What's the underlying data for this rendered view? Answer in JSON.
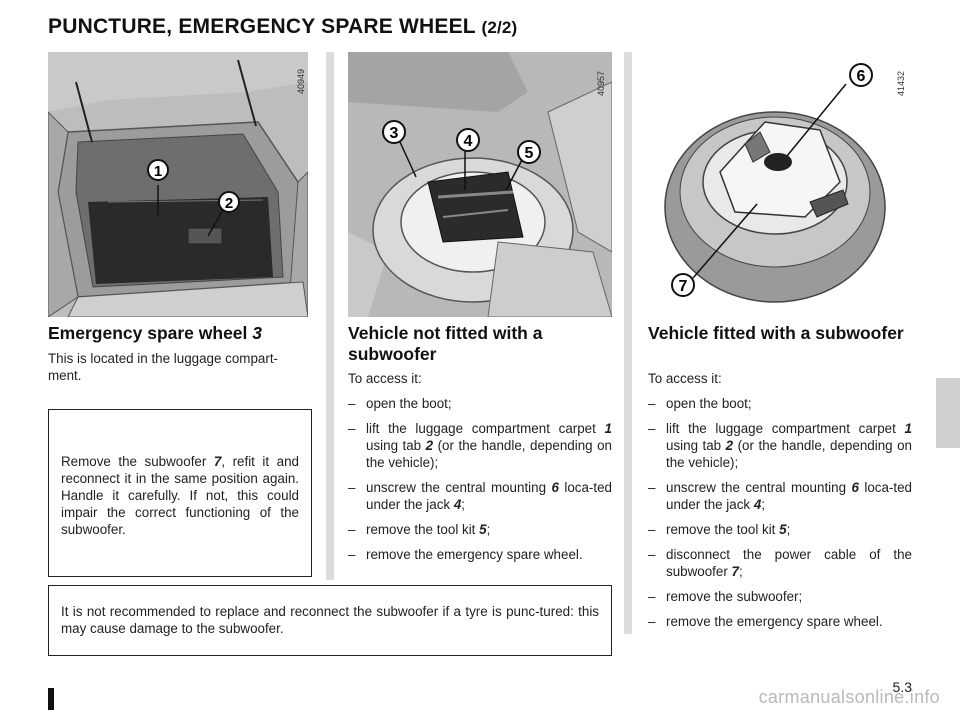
{
  "title": {
    "main": "PUNCTURE, EMERGENCY SPARE WHEEL",
    "part": "(2/2)"
  },
  "figures": [
    {
      "code": "40949",
      "callouts": [
        "1",
        "2"
      ]
    },
    {
      "code": "40957",
      "callouts": [
        "3",
        "4",
        "5"
      ]
    },
    {
      "code": "41432",
      "callouts": [
        "6",
        "7"
      ]
    }
  ],
  "column1": {
    "heading_text": "Emergency spare wheel",
    "heading_ref": "3",
    "body": "This is located in the luggage compart-ment."
  },
  "column2": {
    "heading": "Vehicle not fitted with a subwoofer",
    "intro": "To access it:",
    "steps": [
      [
        "– ",
        "open the boot;"
      ],
      [
        "– ",
        "lift the luggage compartment carpet ",
        "1",
        " using tab ",
        "2",
        " (or the handle, depending on the vehicle);"
      ],
      [
        "– ",
        "unscrew the central mounting ",
        "6",
        " loca-ted under the jack ",
        "4",
        ";"
      ],
      [
        "– ",
        "remove the tool kit ",
        "5",
        ";"
      ],
      [
        "– ",
        "remove the emergency spare wheel."
      ]
    ]
  },
  "column3": {
    "heading": "Vehicle fitted with a subwoofer",
    "intro": "To access it:",
    "steps": [
      [
        "– ",
        "open the boot;"
      ],
      [
        "– ",
        "lift the luggage compartment carpet ",
        "1",
        " using tab ",
        "2",
        " (or the handle, depending on the vehicle);"
      ],
      [
        "– ",
        "unscrew the central mounting ",
        "6",
        " loca-ted under the jack ",
        "4",
        ";"
      ],
      [
        "– ",
        "remove the tool kit ",
        "5",
        ";"
      ],
      [
        "– ",
        "disconnect the power cable of the subwoofer ",
        "7",
        ";"
      ],
      [
        "– ",
        "remove the subwoofer;"
      ],
      [
        "– ",
        "remove the emergency spare wheel."
      ]
    ]
  },
  "notice1": {
    "before": "Remove the subwoofer ",
    "ref": "7",
    "after": ", refit it and reconnect it in the same position again. Handle it carefully. If not, this could impair the correct functioning of the subwoofer."
  },
  "notice2": {
    "text": "It is not recommended to replace and reconnect the subwoofer if a tyre is punc-tured: this may cause damage to the subwoofer."
  },
  "page_number": "5.3",
  "watermark": "carmanualsonline.info",
  "colors": {
    "figure_bg": "#b5b5b5",
    "column_bar": "#dcdcdc",
    "thumb_tab": "#d0d0d0"
  }
}
